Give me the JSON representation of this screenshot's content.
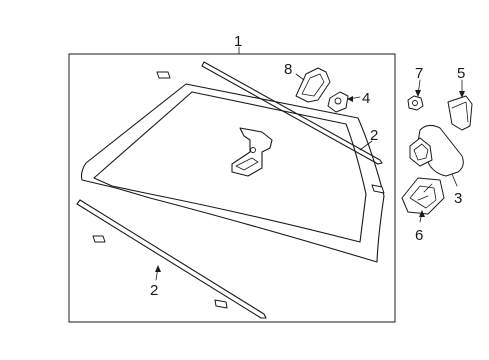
{
  "callouts": {
    "windshield": "1",
    "moulding_right": "2",
    "moulding_lower": "2",
    "mirror_bracket_cover": "8",
    "sensor_clip": "4",
    "sensor_small": "7",
    "mirror_cover": "5",
    "rear_view_mirror": "3",
    "mirror_bracket": "6"
  }
}
